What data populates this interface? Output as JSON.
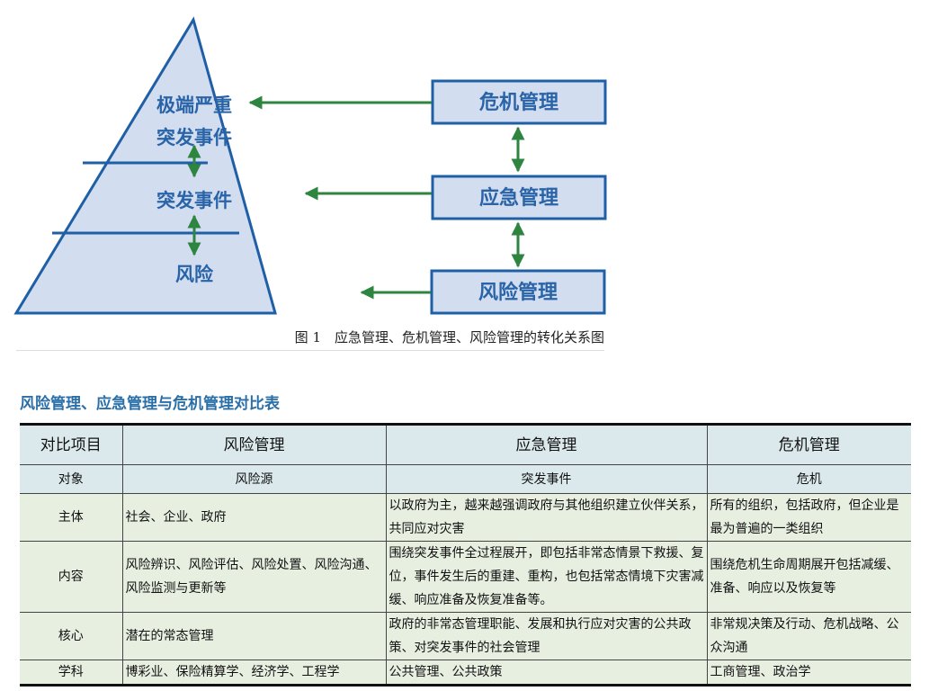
{
  "diagram": {
    "pyramid": {
      "top_line1": "极端严重",
      "top_line2": "突发事件",
      "middle": "突发事件",
      "bottom": "风险"
    },
    "boxes": {
      "crisis": "危机管理",
      "emergency": "应急管理",
      "risk": "风险管理"
    },
    "colors": {
      "fill": "#d2ddf0",
      "stroke": "#1f5fa6",
      "arrow": "#2e8540"
    },
    "caption": "图 1　应急管理、危机管理、风险管理的转化关系图"
  },
  "table": {
    "title": "风险管理、应急管理与危机管理对比表",
    "headers": [
      "对比项目",
      "风险管理",
      "应急管理",
      "危机管理"
    ],
    "rows": [
      [
        "对象",
        "风险源",
        "突发事件",
        "危机"
      ],
      [
        "主体",
        "社会、企业、政府",
        "以政府为主，越来越强调政府与其他组织建立伙伴关系，共同应对灾害",
        "所有的组织，包括政府，但企业是最为普遍的一类组织"
      ],
      [
        "内容",
        "风险辨识、风险评估、风险处置、风险沟通、风险监测与更新等",
        "围绕突发事件全过程展开，即包括非常态情景下救援、复位，事件发生后的重建、重构，也包括常态情境下灾害减缓、响应准备及恢复准备等。",
        "围绕危机生命周期展开包括减缓、准备、响应以及恢复等"
      ],
      [
        "核心",
        "潜在的常态管理",
        "政府的非常态管理职能、发展和执行应对灾害的公共政策、对突发事件的社会管理",
        "非常规决策及行动、危机战略、公众沟通"
      ],
      [
        "学科",
        "博彩业、保险精算学、经济学、工程学",
        "公共管理、公共政策",
        "工商管理、政治学"
      ]
    ]
  }
}
